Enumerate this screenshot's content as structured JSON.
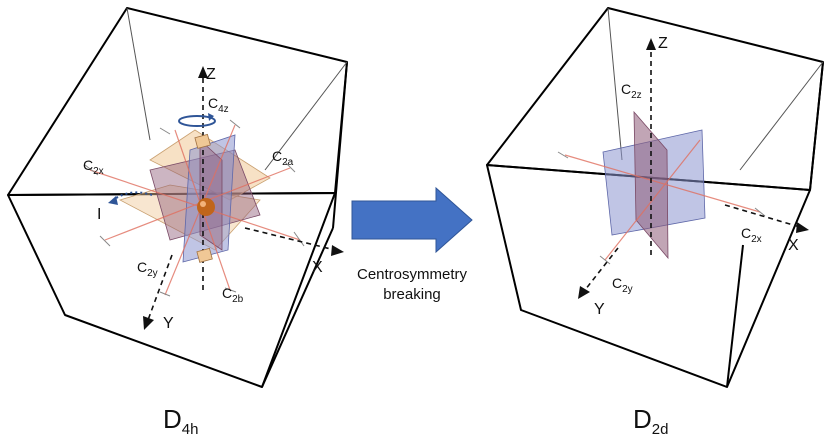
{
  "left_panel": {
    "group": {
      "main": "D",
      "sub": "4h"
    },
    "axes": {
      "x": "X",
      "y": "Y",
      "z": "Z"
    },
    "operations": {
      "c4z": {
        "main": "C",
        "sub": "4z"
      },
      "c2x": {
        "main": "C",
        "sub": "2x"
      },
      "c2y": {
        "main": "C",
        "sub": "2y"
      },
      "c2a": {
        "main": "C",
        "sub": "2a"
      },
      "c2b": {
        "main": "C",
        "sub": "2b"
      },
      "inversion": "I"
    }
  },
  "transition": {
    "line1": "Centrosymmetry",
    "line2": "breaking",
    "arrow_color": "#4472C4"
  },
  "right_panel": {
    "group": {
      "main": "D",
      "sub": "2d"
    },
    "axes": {
      "x": "X",
      "y": "Y",
      "z": "Z"
    },
    "operations": {
      "c2z": {
        "main": "C",
        "sub": "2z"
      },
      "c2x": {
        "main": "C",
        "sub": "2x"
      },
      "c2y": {
        "main": "C",
        "sub": "2y"
      }
    }
  },
  "colors": {
    "cube_edge": "#000000",
    "plane_blue": "#8c95cf",
    "plane_purple": "#8e5b78",
    "plane_tan": "#f0c896",
    "axis_line": "#e07060",
    "inversion_center": "#c0651b",
    "rotation_arrow": "#2f5597"
  }
}
